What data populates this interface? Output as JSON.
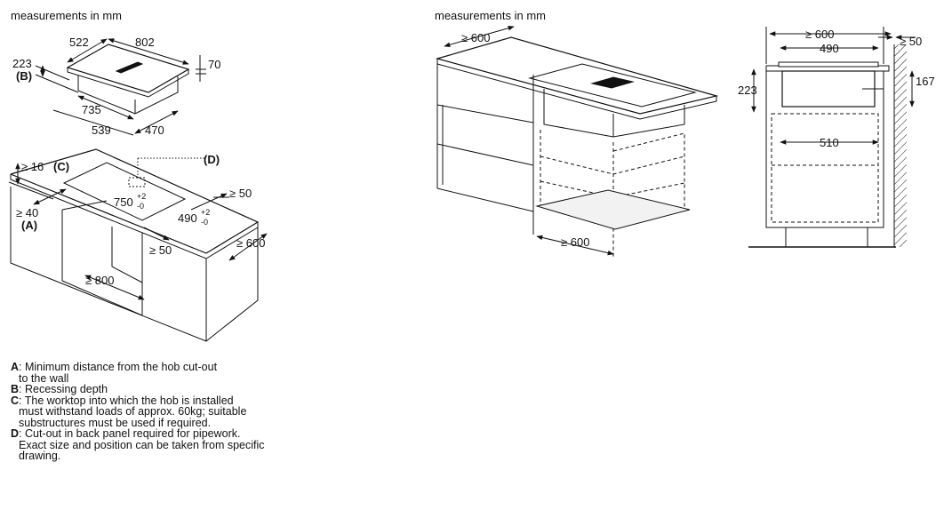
{
  "headings": {
    "left": "measurements in mm",
    "right": "measurements in mm"
  },
  "hob_dims": {
    "depth": "522",
    "width": "802",
    "height_total": "223",
    "height_total_key": "(B)",
    "height_top": "70",
    "inner_width": "735",
    "base_depth": "539",
    "base_width": "470"
  },
  "worktop_dims": {
    "min_thickness": "≥ 16",
    "thickness_key": "(C)",
    "cutout_label": "(D)",
    "wall_distance": "≥ 40",
    "wall_distance_key": "(A)",
    "cutout_width": "750",
    "cutout_width_tol_top": "+2",
    "cutout_width_tol_bot": "-0",
    "cutout_depth": "490",
    "cutout_depth_tol_top": "+2",
    "cutout_depth_tol_bot": "-0",
    "front_gap": "≥ 50",
    "back_gap": "≥ 50",
    "worktop_depth": "≥ 600",
    "cabinet_width": "≥ 800"
  },
  "island_dims": {
    "top_depth": "≥ 600",
    "bottom_depth": "≥ 600"
  },
  "side_dims": {
    "total_depth": "≥ 600",
    "unit_depth": "490",
    "wall_gap": "≥ 50",
    "height_left": "223",
    "height_right": "167",
    "inner_depth": "510"
  },
  "legend": [
    {
      "key": "A",
      "text": "Minimum distance from the hob cut-out",
      "cont": "to the wall"
    },
    {
      "key": "B",
      "text": "Recessing depth",
      "cont": ""
    },
    {
      "key": "C",
      "text": "The worktop into which the hob is installed",
      "cont": "must withstand loads of approx. 60kg; suitable substructures must be used if required."
    },
    {
      "key": "D",
      "text": "Cut-out in back panel required for pipework.",
      "cont": "Exact size and position can be taken from specific drawing."
    }
  ]
}
